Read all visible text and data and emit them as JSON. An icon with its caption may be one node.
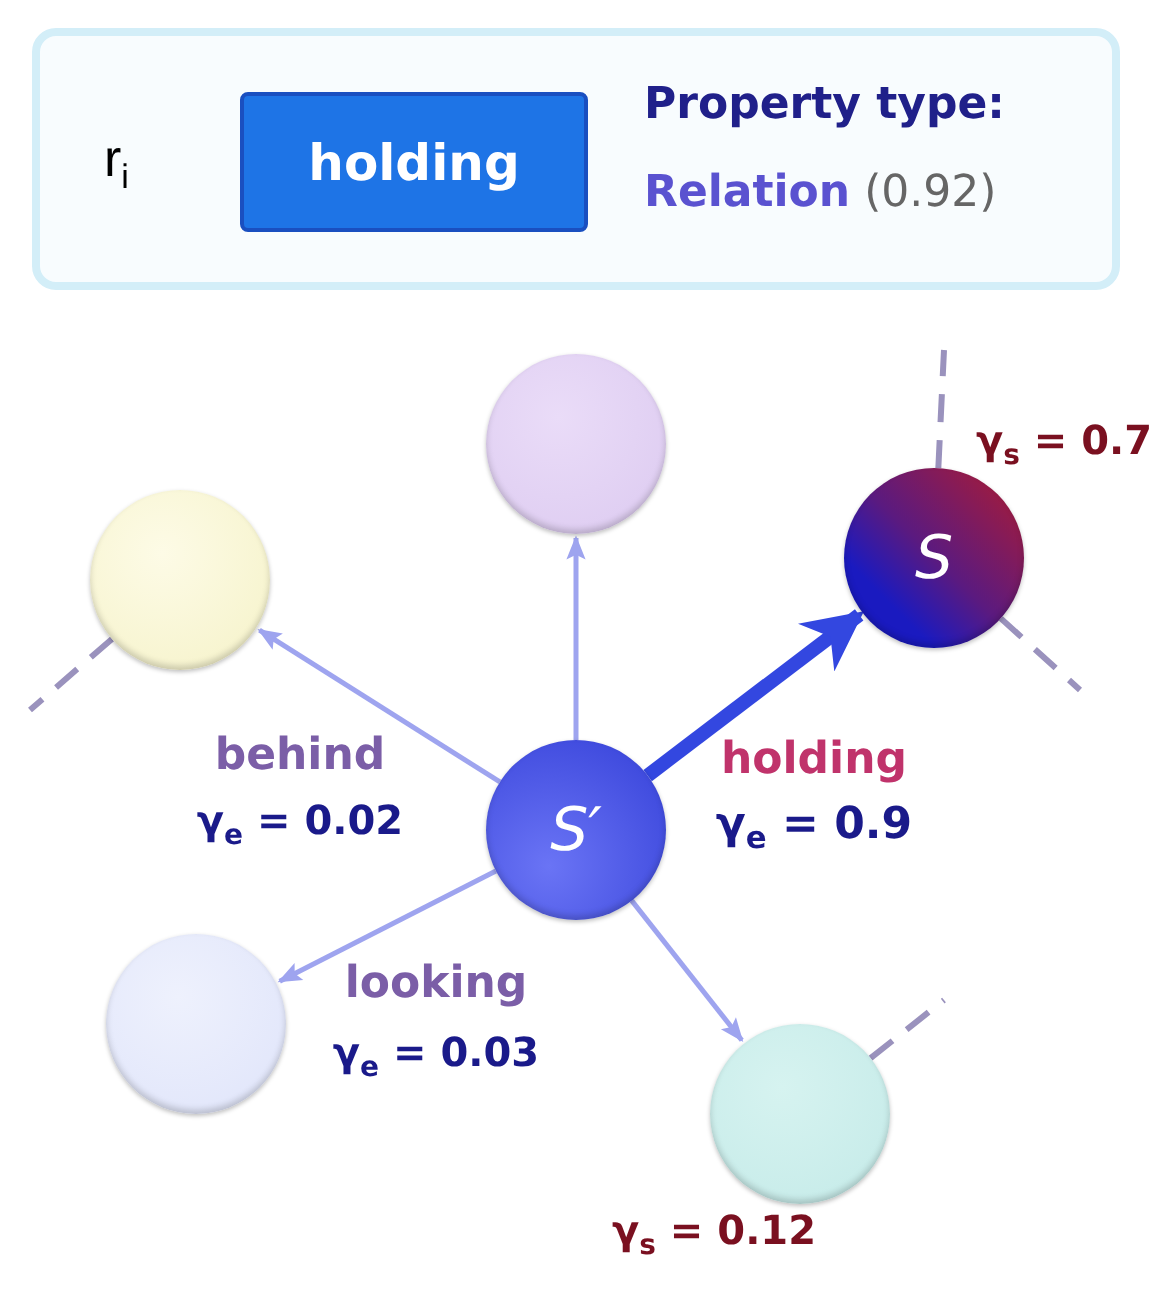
{
  "diagram": {
    "nodes": [
      {
        "text": [
          "r$_{i}$",
          "Property type:",
          "**Relation** (0.92)"
        ]
      },
      {
        "text": [
          "holding"
        ],
        "in": 0
      },
      {
        "text": [],
        "shape": "circle"
      },
      {
        "text": [],
        "shape": "circle"
      },
      {
        "text": [
          "S"
        ],
        "beside": [
          "γ$_{s}$ = 0.7"
        ]
      },
      {
        "text": [
          "S′"
        ]
      },
      {
        "text": [],
        "shape": "circle"
      },
      {
        "text": [],
        "shape": "circle",
        "beside": [
          "γ$_{s}$ = 0.12"
        ]
      }
    ],
    "edges": [
      {
        "from": 5,
        "to": 2,
        "arrow": "to",
        "label": "behind"
      },
      {
        "from": 5,
        "to": 3,
        "arrow": "to"
      },
      {
        "from": 5,
        "to": 4,
        "arrow": "to",
        "label": "holding",
        "style": "thick",
        "color": "#3347e0"
      },
      {
        "from": 5,
        "to": 6,
        "arrow": "to",
        "label": "looking"
      },
      {
        "from": 5,
        "to": 7,
        "arrow": "to"
      },
      {
        "from": 2,
        "to": null,
        "arrow": "none",
        "style": "dashed",
        "color": "#9a92bd"
      },
      {
        "from": 4,
        "to": null,
        "arrow": "none",
        "style": "dashed",
        "color": "#9a92bd"
      },
      {
        "from": 4,
        "to": null,
        "arrow": "none",
        "style": "dashed",
        "color": "#9a92bd"
      },
      {
        "from": 7,
        "to": null,
        "arrow": "none",
        "style": "dashed",
        "color": "#9a92bd"
      }
    ],
    "labels": [
      "γ$_{e}$ = 0.02",
      "γ$_{e}$ = 0.9",
      "γ$_{e}$ = 0.03"
    ]
  }
}
